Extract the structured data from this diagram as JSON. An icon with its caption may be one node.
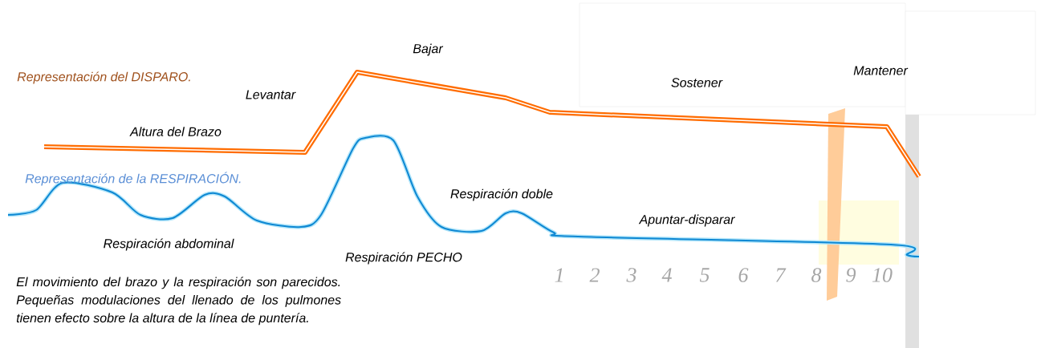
{
  "diagram": {
    "labels": [
      "Bajar",
      "Representación del DISPARO.",
      "Levantar",
      "Sostener",
      "Mantener",
      "Altura del Brazo",
      "Representación de la RESPIRACIÓN.",
      "Respiración doble",
      "Apuntar-disparar",
      "Respiración abdominal",
      "Respiración PECHO",
      "1",
      "2",
      "3",
      "4",
      "5",
      "6",
      "7",
      "8",
      "9",
      "10",
      "El movimiento del brazo y la respiración son parecidos. Pequeñas modulaciones del llenado de los pulmones tienen efecto sobre la altura de la línea de puntería."
    ]
  }
}
